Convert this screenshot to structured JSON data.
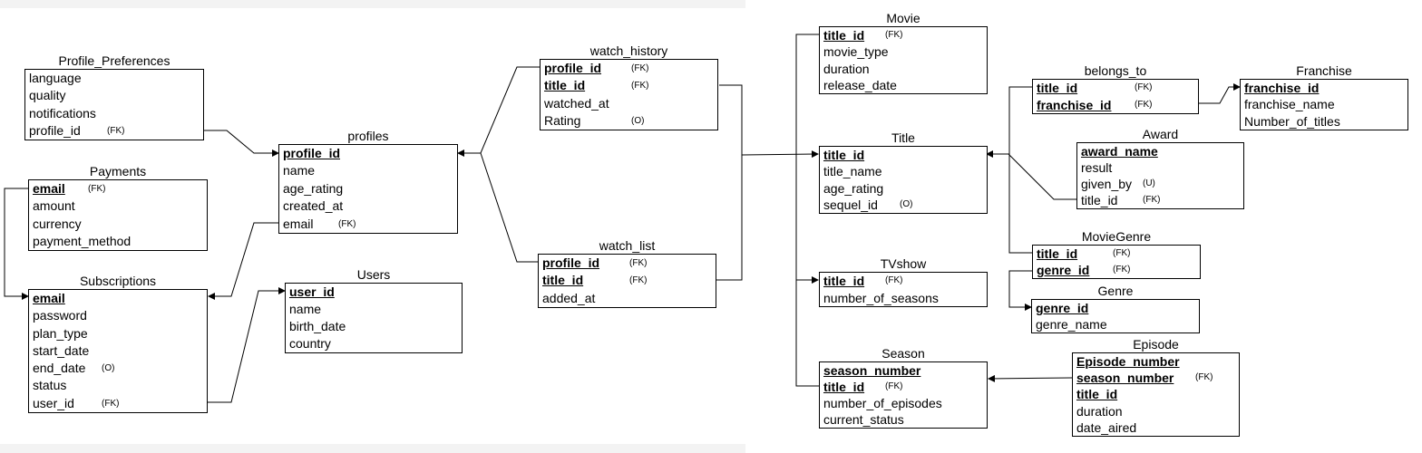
{
  "tables": [
    {
      "id": "profile_preferences",
      "name": "Profile_Preferences",
      "fields": [
        {
          "name": "language"
        },
        {
          "name": "quality"
        },
        {
          "name": "notifications"
        },
        {
          "name": "profile_id",
          "tag": "(FK)"
        }
      ]
    },
    {
      "id": "payments",
      "name": "Payments",
      "fields": [
        {
          "name": "email",
          "pk": true,
          "tag": "(FK)"
        },
        {
          "name": "amount"
        },
        {
          "name": "currency"
        },
        {
          "name": "payment_method"
        }
      ]
    },
    {
      "id": "subscriptions",
      "name": "Subscriptions",
      "fields": [
        {
          "name": "email",
          "pk": true
        },
        {
          "name": "password"
        },
        {
          "name": "plan_type"
        },
        {
          "name": "start_date"
        },
        {
          "name": "end_date",
          "tag": "(O)"
        },
        {
          "name": "status"
        },
        {
          "name": "user_id",
          "tag": "(FK)"
        }
      ]
    },
    {
      "id": "profiles",
      "name": "profiles",
      "fields": [
        {
          "name": "profile_id",
          "pk": true
        },
        {
          "name": "name"
        },
        {
          "name": "age_rating"
        },
        {
          "name": "created_at"
        },
        {
          "name": "email",
          "tag": "(FK)"
        }
      ]
    },
    {
      "id": "users",
      "name": "Users",
      "fields": [
        {
          "name": "user_id",
          "pk": true
        },
        {
          "name": "name"
        },
        {
          "name": "birth_date"
        },
        {
          "name": "country"
        }
      ]
    },
    {
      "id": "watch_history",
      "name": "watch_history",
      "fields": [
        {
          "name": "profile_id",
          "pk": true,
          "tag": "(FK)"
        },
        {
          "name": "title_id",
          "pk": true,
          "tag": "(FK)"
        },
        {
          "name": "watched_at"
        },
        {
          "name": "Rating",
          "tag": "(O)"
        }
      ]
    },
    {
      "id": "watch_list",
      "name": "watch_list",
      "fields": [
        {
          "name": "profile_id",
          "pk": true,
          "tag": "(FK)"
        },
        {
          "name": "title_id",
          "pk": true,
          "tag": "(FK)"
        },
        {
          "name": "added_at"
        }
      ]
    },
    {
      "id": "movie",
      "name": "Movie",
      "fields": [
        {
          "name": "title_id",
          "pk": true,
          "tag": "(FK)"
        },
        {
          "name": "movie_type"
        },
        {
          "name": "duration"
        },
        {
          "name": "release_date"
        }
      ]
    },
    {
      "id": "title",
      "name": "Title",
      "fields": [
        {
          "name": "title_id",
          "pk": true
        },
        {
          "name": "title_name"
        },
        {
          "name": "age_rating"
        },
        {
          "name": "sequel_id",
          "tag": "(O)"
        }
      ]
    },
    {
      "id": "tvshow",
      "name": "TVshow",
      "fields": [
        {
          "name": "title_id",
          "pk": true,
          "tag": "(FK)"
        },
        {
          "name": "number_of_seasons"
        }
      ]
    },
    {
      "id": "season",
      "name": "Season",
      "fields": [
        {
          "name": "season_number",
          "pk": true
        },
        {
          "name": "title_id",
          "pk": true,
          "tag": "(FK)"
        },
        {
          "name": "number_of_episodes"
        },
        {
          "name": "current_status"
        }
      ]
    },
    {
      "id": "belongs_to",
      "name": "belongs_to",
      "fields": [
        {
          "name": "title_id",
          "pk": true,
          "tag": "(FK)"
        },
        {
          "name": "franchise_id",
          "pk": true,
          "tag": "(FK)"
        }
      ]
    },
    {
      "id": "franchise",
      "name": "Franchise",
      "fields": [
        {
          "name": "franchise_id",
          "pk": true
        },
        {
          "name": "franchise_name"
        },
        {
          "name": "Number_of_titles"
        }
      ]
    },
    {
      "id": "award",
      "name": "Award",
      "fields": [
        {
          "name": "award_name",
          "pk": true
        },
        {
          "name": "result"
        },
        {
          "name": "given_by",
          "tag": "(U)"
        },
        {
          "name": "title_id",
          "tag": "(FK)"
        }
      ]
    },
    {
      "id": "moviegenre",
      "name": "MovieGenre",
      "fields": [
        {
          "name": "title_id",
          "pk": true,
          "tag": "(FK)"
        },
        {
          "name": "genre_id",
          "pk": true,
          "tag": "(FK)"
        }
      ]
    },
    {
      "id": "genre",
      "name": "Genre",
      "fields": [
        {
          "name": "genre_id",
          "pk": true
        },
        {
          "name": "genre_name"
        }
      ]
    },
    {
      "id": "episode",
      "name": "Episode",
      "fields": [
        {
          "name": "Episode_number",
          "pk": true
        },
        {
          "name": "season_number",
          "pk": true,
          "tag": "(FK)"
        },
        {
          "name": "title_id",
          "pk": true
        },
        {
          "name": "duration"
        },
        {
          "name": "date_aired"
        }
      ]
    }
  ],
  "relationships": [
    {
      "from": "profile_preferences",
      "to": "profiles"
    },
    {
      "from": "profiles",
      "to": "subscriptions"
    },
    {
      "from": "payments",
      "to": "subscriptions"
    },
    {
      "from": "subscriptions",
      "to": "users"
    },
    {
      "from": "watch_history",
      "to": "profiles"
    },
    {
      "from": "watch_list",
      "to": "profiles"
    },
    {
      "from": "watch_history",
      "to": "title"
    },
    {
      "from": "watch_list",
      "to": "title"
    },
    {
      "from": "movie",
      "to": "title"
    },
    {
      "from": "tvshow",
      "to": "title"
    },
    {
      "from": "season",
      "to": "title"
    },
    {
      "from": "belongs_to",
      "to": "franchise"
    },
    {
      "from": "award",
      "to": "title"
    },
    {
      "from": "moviegenre",
      "to": "title"
    },
    {
      "from": "moviegenre",
      "to": "genre"
    },
    {
      "from": "episode",
      "to": "season"
    }
  ]
}
